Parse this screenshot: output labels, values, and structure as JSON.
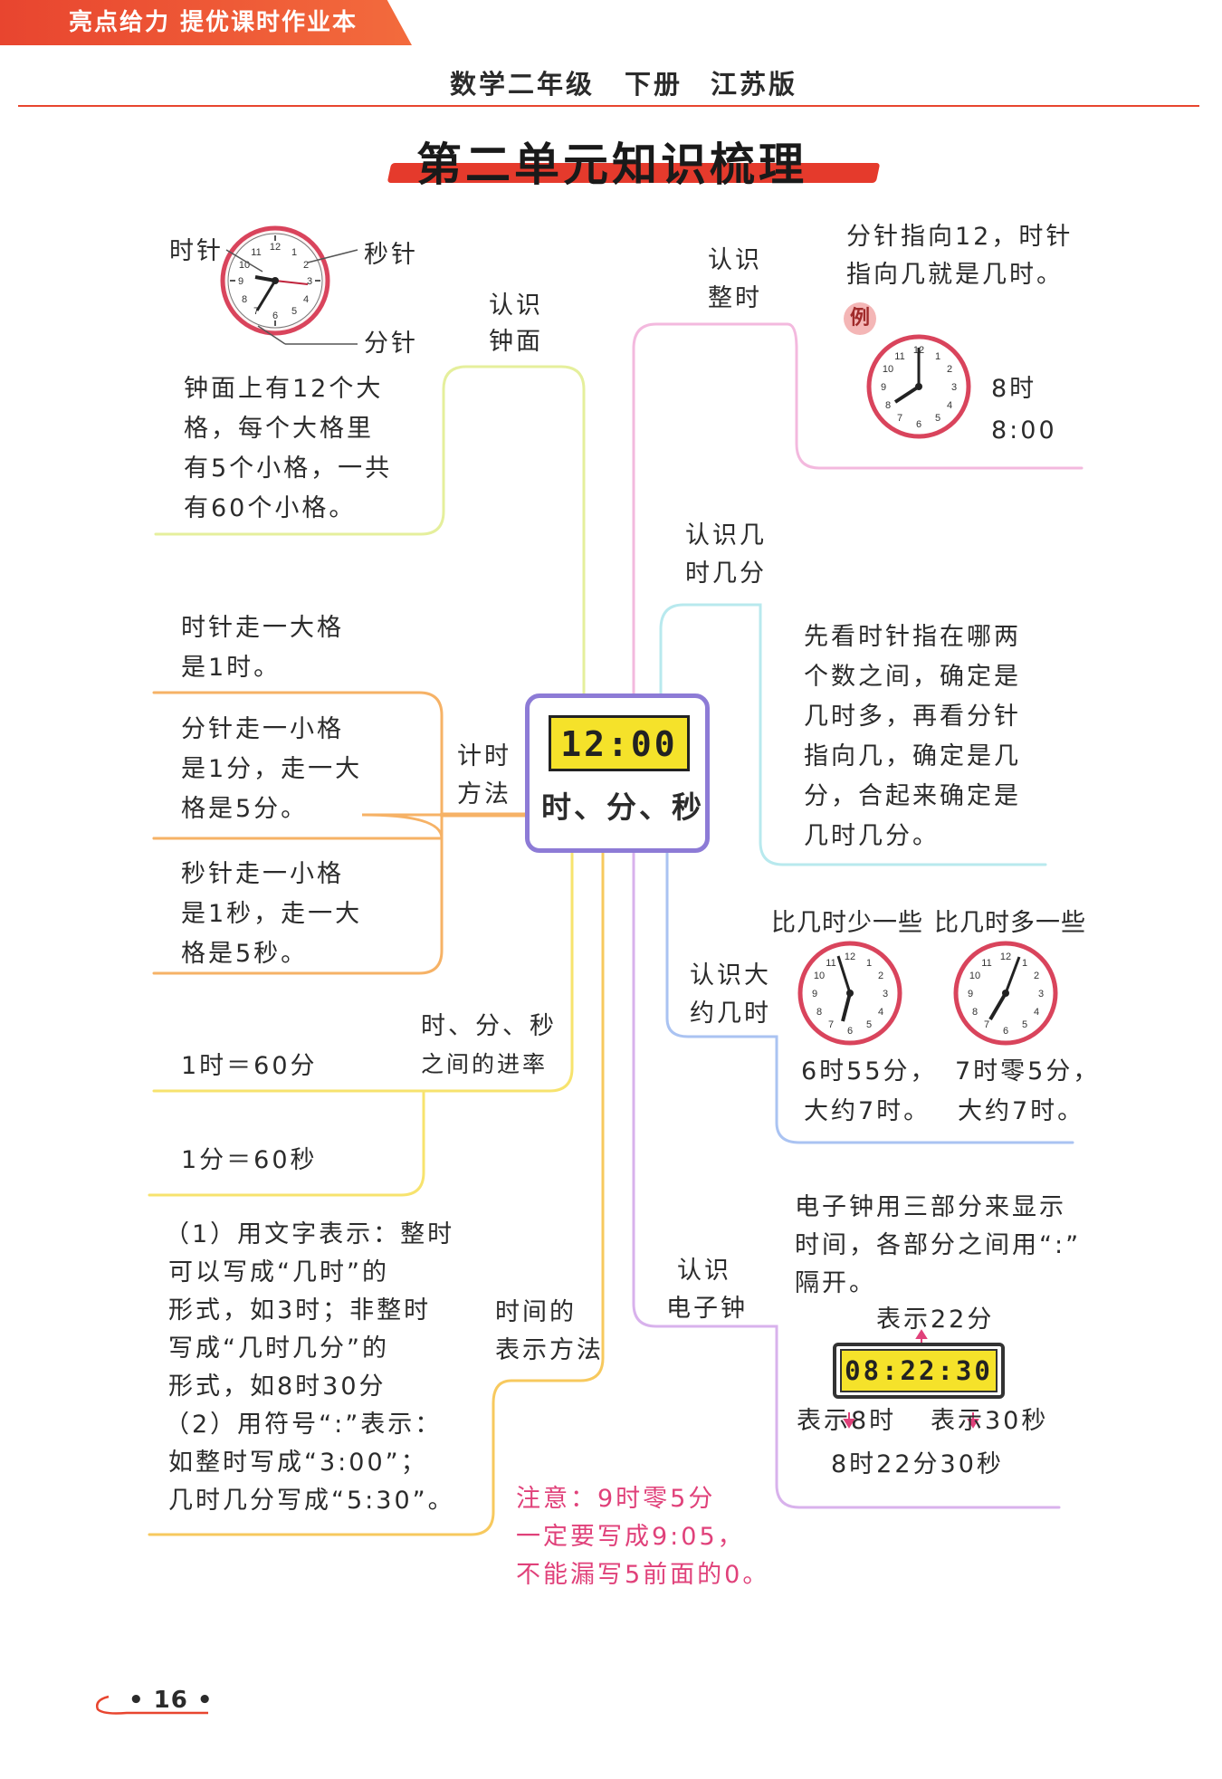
{
  "header": {
    "brand": "亮点给力 提优课时作业本",
    "subject": "数学二年级",
    "volume": "下册",
    "edition": "江苏版"
  },
  "title": "第二单元知识梳理",
  "center": {
    "clock_display": "12:00",
    "label": "时、分、秒"
  },
  "clock_face": {
    "hour_hand_label": "时针",
    "second_hand_label": "秒针",
    "minute_hand_label": "分针",
    "branch": [
      "认识",
      "钟面"
    ],
    "desc": [
      "钟面上有12个大",
      "格，每个大格里",
      "有5个小格，一共",
      "有60个小格。"
    ]
  },
  "timing": {
    "branch": [
      "计时",
      "方法"
    ],
    "hour": [
      "时针走一大格",
      "是1时。"
    ],
    "minute": [
      "分针走一小格",
      "是1分，走一大",
      "格是5分。"
    ],
    "second": [
      "秒针走一小格",
      "是1秒，走一大",
      "格是5秒。"
    ]
  },
  "rates": {
    "branch": [
      "时、分、秒",
      "之间的进率"
    ],
    "hour_min": "1时＝60分",
    "min_sec": "1分＝60秒"
  },
  "representation": {
    "branch": [
      "时间的",
      "表示方法"
    ],
    "lines": [
      "（1）用文字表示：整时",
      "可以写成“几时”的",
      "形式，如3时；非整时",
      "写成“几时几分”的",
      "形式，如8时30分",
      "（2）用符号“:”表示：",
      "如整时写成“3:00”；",
      "几时几分写成“5:30”。"
    ]
  },
  "note": [
    "注意：9时零5分",
    "一定要写成9:05，",
    "不能漏写5前面的0。"
  ],
  "whole_hour": {
    "branch": [
      "认识",
      "整时"
    ],
    "desc": [
      "分针指向12，时针",
      "指向几就是几时。"
    ],
    "example_badge": "例",
    "example_text": [
      "8时",
      "8:00"
    ]
  },
  "hour_minute": {
    "branch": [
      "认识几",
      "时几分"
    ],
    "desc": [
      "先看时针指在哪两",
      "个数之间，确定是",
      "几时多，再看分针",
      "指向几，确定是几",
      "分，合起来确定是",
      "几时几分。"
    ]
  },
  "approx": {
    "branch": [
      "认识大",
      "约几时"
    ],
    "less_label": "比几时少一些",
    "more_label": "比几时多一些",
    "less_text": [
      "6时55分，",
      "大约7时。"
    ],
    "more_text": [
      "7时零5分，",
      "大约7时。"
    ]
  },
  "digital": {
    "branch": [
      "认识",
      "电子钟"
    ],
    "desc": [
      "电子钟用三部分来显示",
      "时间，各部分之间用“:”",
      "隔开。"
    ],
    "display": "08:22:30",
    "label_minutes": "表示22分",
    "label_hours": "表示8时",
    "label_seconds": "表示30秒",
    "reading": "8时22分30秒"
  },
  "page_number": "• 16 •"
}
